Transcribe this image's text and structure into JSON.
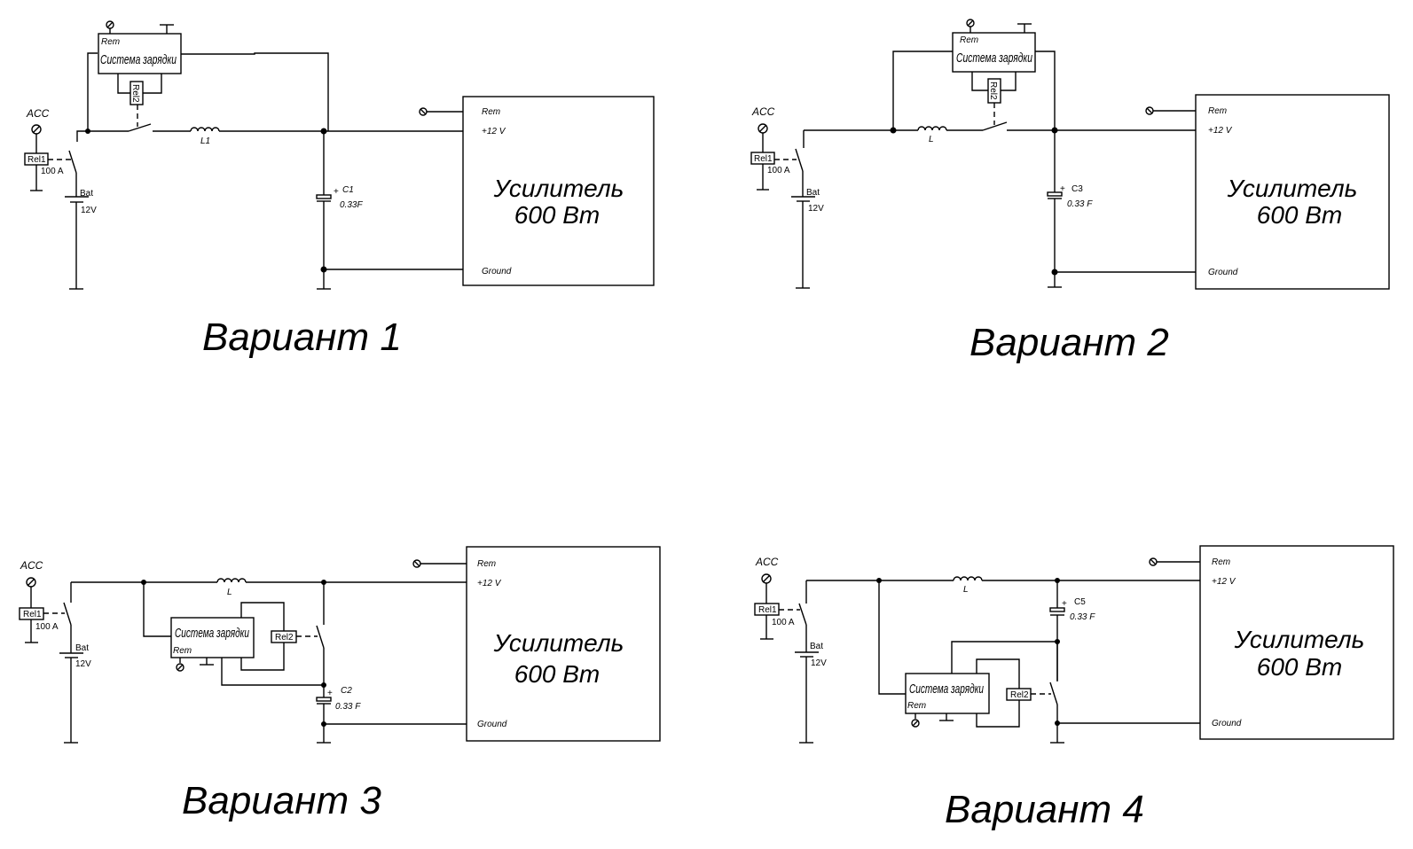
{
  "diagram": {
    "variants": [
      {
        "id": "v1",
        "title": "Вариант 1",
        "acc_label": "ACC",
        "relay1": {
          "label": "Rel1",
          "rating": "100 A"
        },
        "battery": {
          "label": "Bat",
          "voltage": "12V"
        },
        "charging_system": {
          "label": "Система зарядки",
          "rem_label": "Rem"
        },
        "relay2": {
          "label": "Rel2"
        },
        "inductor": {
          "label": "L1"
        },
        "capacitor": {
          "label": "C1",
          "value": "0.33F"
        },
        "amplifier": {
          "line1": "Усилитель",
          "line2": "600 Вт",
          "rem": "Rem",
          "plus12": "+12 V",
          "ground": "Ground"
        }
      },
      {
        "id": "v2",
        "title": "Вариант 2",
        "acc_label": "ACC",
        "relay1": {
          "label": "Rel1",
          "rating": "100 A"
        },
        "battery": {
          "label": "Bat",
          "voltage": "12V"
        },
        "charging_system": {
          "label": "Система зарядки",
          "rem_label": "Rem"
        },
        "relay2": {
          "label": "Rel2"
        },
        "inductor": {
          "label": "L"
        },
        "capacitor": {
          "label": "C3",
          "value": "0.33 F"
        },
        "amplifier": {
          "line1": "Усилитель",
          "line2": "600 Вт",
          "rem": "Rem",
          "plus12": "+12 V",
          "ground": "Ground"
        }
      },
      {
        "id": "v3",
        "title": "Вариант 3",
        "acc_label": "ACC",
        "relay1": {
          "label": "Rel1",
          "rating": "100 A"
        },
        "battery": {
          "label": "Bat",
          "voltage": "12V"
        },
        "charging_system": {
          "label": "Система зарядки",
          "rem_label": "Rem"
        },
        "relay2": {
          "label": "Rel2"
        },
        "inductor": {
          "label": "L"
        },
        "capacitor": {
          "label": "C2",
          "value": "0.33 F"
        },
        "amplifier": {
          "line1": "Усилитель",
          "line2": "600 Вт",
          "rem": "Rem",
          "plus12": "+12 V",
          "ground": "Ground"
        }
      },
      {
        "id": "v4",
        "title": "Вариант 4",
        "acc_label": "ACC",
        "relay1": {
          "label": "Rel1",
          "rating": "100 A"
        },
        "battery": {
          "label": "Bat",
          "voltage": "12V"
        },
        "charging_system": {
          "label": "Система зарядки",
          "rem_label": "Rem"
        },
        "relay2": {
          "label": "Rel2"
        },
        "inductor": {
          "label": "L"
        },
        "capacitor": {
          "label": "C5",
          "value": "0.33 F"
        },
        "amplifier": {
          "line1": "Усилитель",
          "line2": "600 Вт",
          "rem": "Rem",
          "plus12": "+12 V",
          "ground": "Ground"
        }
      }
    ]
  }
}
